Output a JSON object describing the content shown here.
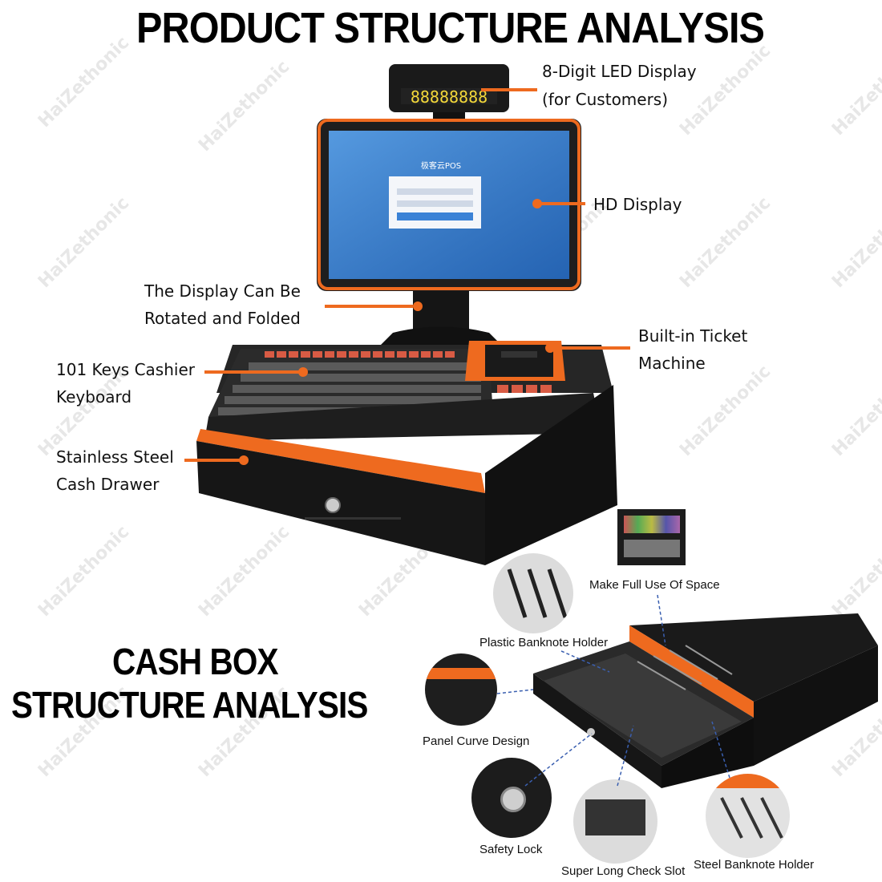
{
  "header": {
    "title": "PRODUCT STRUCTURE ANALYSIS"
  },
  "product_labels": {
    "led_display_line1": "8-Digit LED Display",
    "led_display_line2": "(for Customers)",
    "hd_display": "HD Display",
    "rotate_line1": "The Display Can Be",
    "rotate_line2": "Rotated and Folded",
    "ticket_line1": "Built-in Ticket",
    "ticket_line2": "Machine",
    "keyboard_line1": "101 Keys Cashier",
    "keyboard_line2": "Keyboard",
    "drawer_line1": "Stainless Steel",
    "drawer_line2": "Cash Drawer"
  },
  "screen": {
    "brand": "极客云POS",
    "led_digits": "88888888"
  },
  "cashbox": {
    "title_line1": "CASH BOX",
    "title_line2": "STRUCTURE ANALYSIS",
    "labels": {
      "full_space": "Make Full Use Of Space",
      "plastic_holder": "Plastic Banknote Holder",
      "panel_curve": "Panel Curve Design",
      "safety_lock": "Safety Lock",
      "check_slot": "Super Long Check Slot",
      "steel_holder": "Steel Banknote Holder"
    }
  },
  "watermark": "HaiZethonic",
  "colors": {
    "accent": "#ee6a1f",
    "body": "#1c1c1c"
  }
}
